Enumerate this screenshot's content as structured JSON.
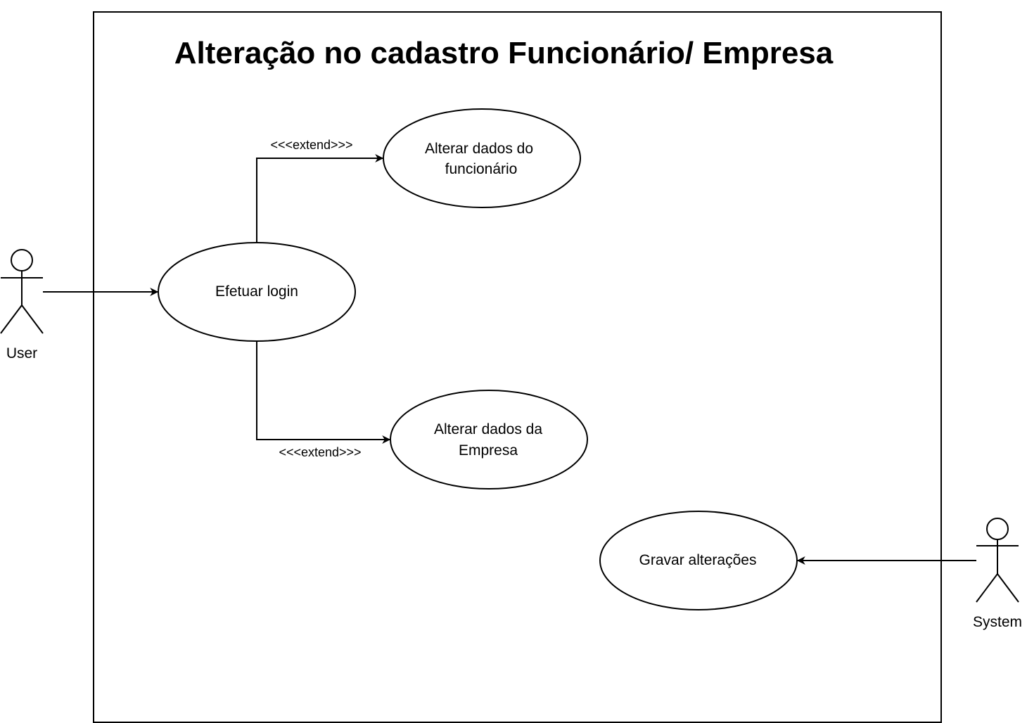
{
  "diagram": {
    "title": "Alteração no cadastro Funcionário/ Empresa",
    "actors": {
      "user": "User",
      "system": "System"
    },
    "use_cases": {
      "login": "Efetuar login",
      "funcionario_line1": "Alterar dados do",
      "funcionario_line2": "funcionário",
      "empresa_line1": "Alterar dados da",
      "empresa_line2": "Empresa",
      "gravar": "Gravar alterações"
    },
    "relations": {
      "extend_top": "<<<extend>>>",
      "extend_bottom": "<<<extend>>>"
    }
  }
}
